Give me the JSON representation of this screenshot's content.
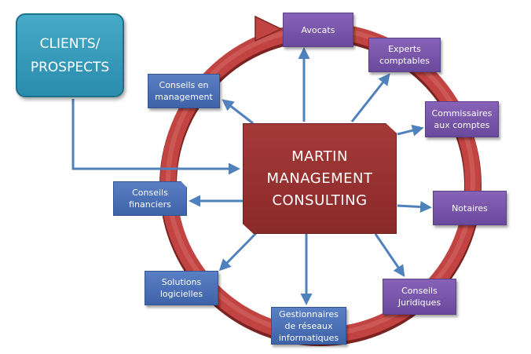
{
  "colors": {
    "ring": "#c0413f",
    "arrow": "#4f81bd",
    "center": "#9b3534",
    "clients": "#3aa3c4",
    "purple_node": "#7a56ad",
    "blue_node": "#4a70b8"
  },
  "clients": {
    "label": "CLIENTS/\nPROSPECTS"
  },
  "center": {
    "label": "MARTIN\nMANAGEMENT\nCONSULTING"
  },
  "nodes": {
    "avocats": "Avocats",
    "experts": "Experts\ncomptables",
    "commissaires": "Commissaires\naux comptes",
    "notaires": "Notaires",
    "juridiques": "Conseils\nJuridiques",
    "gestionnaires": "Gestionnaires\nde réseaux\ninformatiques",
    "logiciels": "Solutions\nlogicielles",
    "financiers": "Conseils\nfinanciers",
    "conseils_mgmt": "Conseils en\nmanagement"
  }
}
